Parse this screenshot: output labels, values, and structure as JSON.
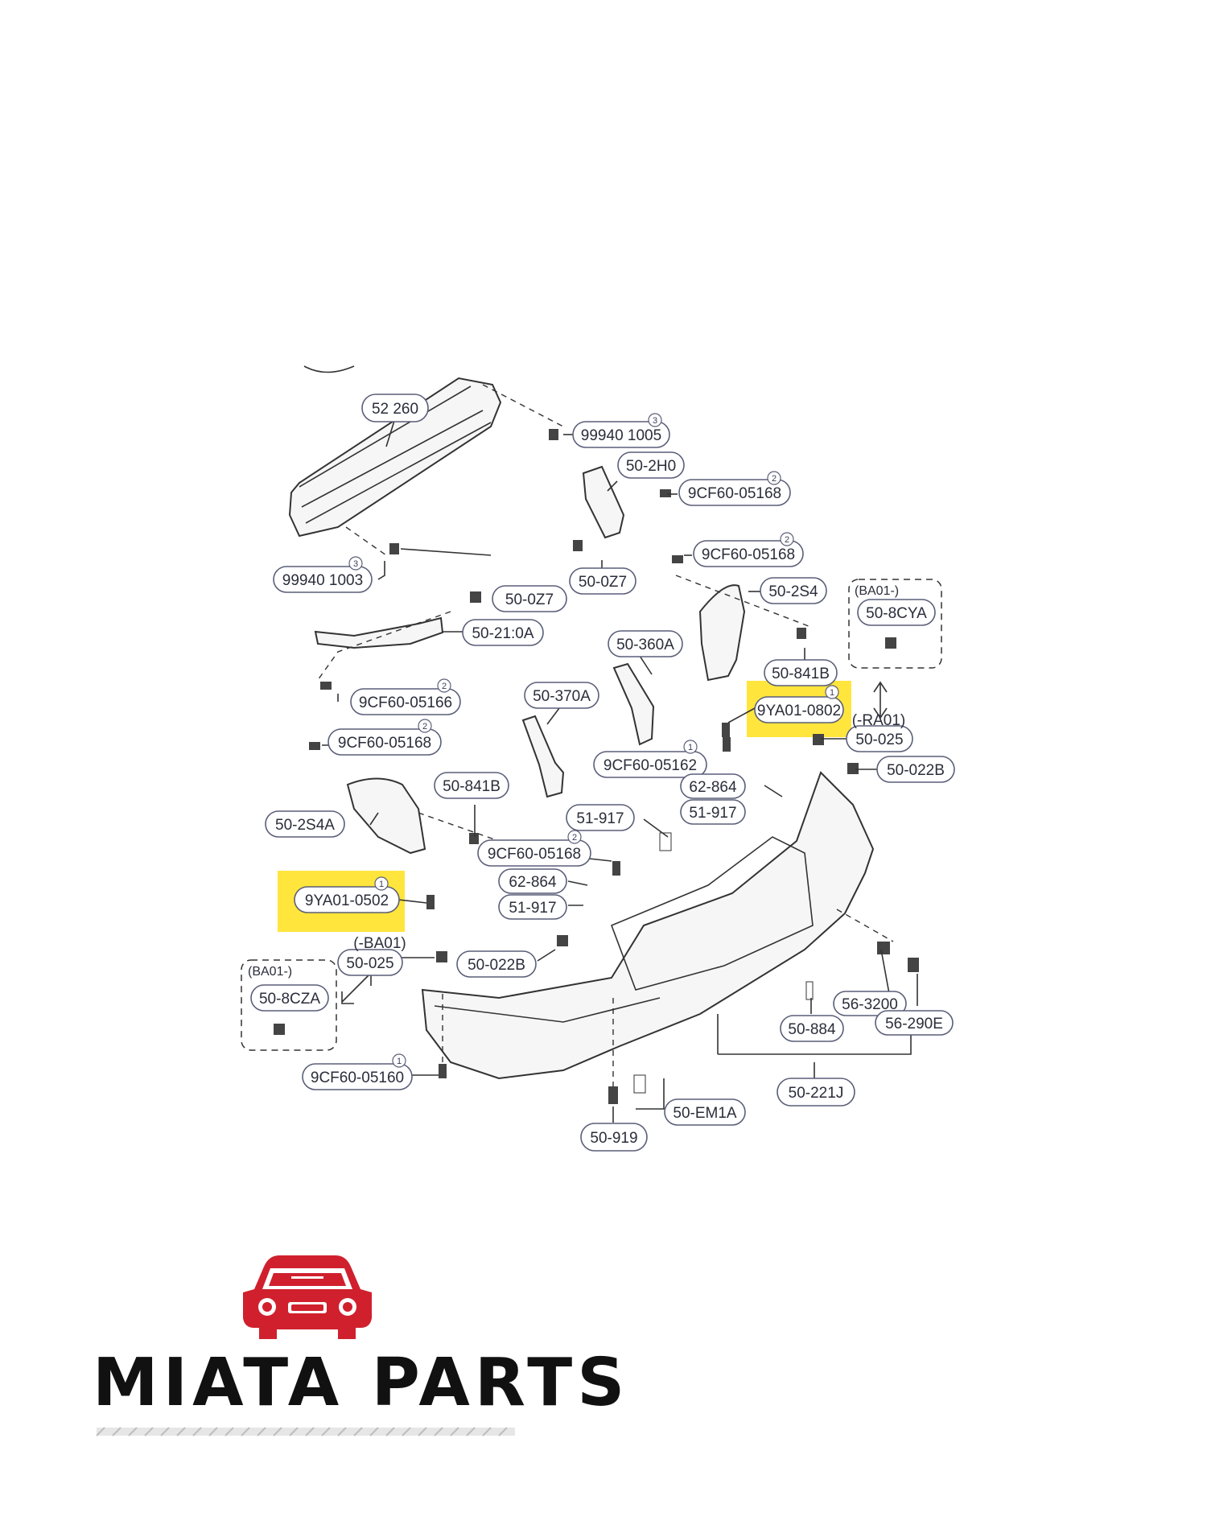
{
  "diagram": {
    "part_numbers": [
      {
        "id": "p52260",
        "label": "52 260"
      },
      {
        "id": "p99940_top",
        "label": "99940 1005",
        "qty": "3"
      },
      {
        "id": "p502h0",
        "label": "50-2H0"
      },
      {
        "id": "p9cf_a",
        "label": "9CF60-05168",
        "qty": "2"
      },
      {
        "id": "p99940_left",
        "label": "99940 1003",
        "qty": "3"
      },
      {
        "id": "p50z7_a",
        "label": "50-0Z7"
      },
      {
        "id": "p9cf_b",
        "label": "9CF60-05168",
        "qty": "2"
      },
      {
        "id": "p502s4",
        "label": "50-2S4"
      },
      {
        "id": "p50z7_b",
        "label": "50-0Z7"
      },
      {
        "id": "p5021a",
        "label": "50-21:0A"
      },
      {
        "id": "p50360a",
        "label": "50-360A"
      },
      {
        "id": "p508cya",
        "label": "50-8CYA"
      },
      {
        "id": "p50841b_r",
        "label": "50-841B"
      },
      {
        "id": "p9cf_c",
        "label": "9CF60-05166",
        "qty": "2"
      },
      {
        "id": "p50370a",
        "label": "50-370A"
      },
      {
        "id": "p9ya0802",
        "label": "9YA01-0802",
        "qty": "1"
      },
      {
        "id": "p50025_r",
        "label": "50-025",
        "note": "(-RA01)"
      },
      {
        "id": "p9cf_d",
        "label": "9CF60-05168",
        "qty": "2"
      },
      {
        "id": "p9cf_e",
        "label": "9CF60-05162",
        "qty": "1"
      },
      {
        "id": "p50022b_r",
        "label": "50-022B"
      },
      {
        "id": "p50841b_l",
        "label": "50-841B"
      },
      {
        "id": "p62864_r",
        "label": "62-864"
      },
      {
        "id": "p51917_r",
        "label": "51-917"
      },
      {
        "id": "p502s4a",
        "label": "50-2S4A"
      },
      {
        "id": "p51917_m",
        "label": "51-917"
      },
      {
        "id": "p9cf_f",
        "label": "9CF60-05168",
        "qty": "2"
      },
      {
        "id": "p9ya0502",
        "label": "9YA01-0502",
        "qty": "1"
      },
      {
        "id": "p62864_l",
        "label": "62-864"
      },
      {
        "id": "p51917_l",
        "label": "51-917"
      },
      {
        "id": "p50025_l",
        "label": "50-025",
        "note": "(-BA01)"
      },
      {
        "id": "p50022b_l",
        "label": "50-022B"
      },
      {
        "id": "p508cza",
        "label": "50-8CZA"
      },
      {
        "id": "p563200",
        "label": "56-3200"
      },
      {
        "id": "p50884",
        "label": "50-884"
      },
      {
        "id": "p56290e",
        "label": "56-290E"
      },
      {
        "id": "p9cf_g",
        "label": "9CF60-05160",
        "qty": "1"
      },
      {
        "id": "p50221j",
        "label": "50-221J"
      },
      {
        "id": "p50em1a",
        "label": "50-EM1A"
      },
      {
        "id": "p50919",
        "label": "50-919"
      }
    ],
    "groups": [
      {
        "id": "grp_right",
        "label": "(BA01-)"
      },
      {
        "id": "grp_left",
        "label": "(BA01-)"
      }
    ],
    "highlight_color": "#ffe11a"
  },
  "brand": {
    "name": "MIATA PARTS",
    "logo_color": "#d0202e",
    "icon": "car-front-icon"
  }
}
